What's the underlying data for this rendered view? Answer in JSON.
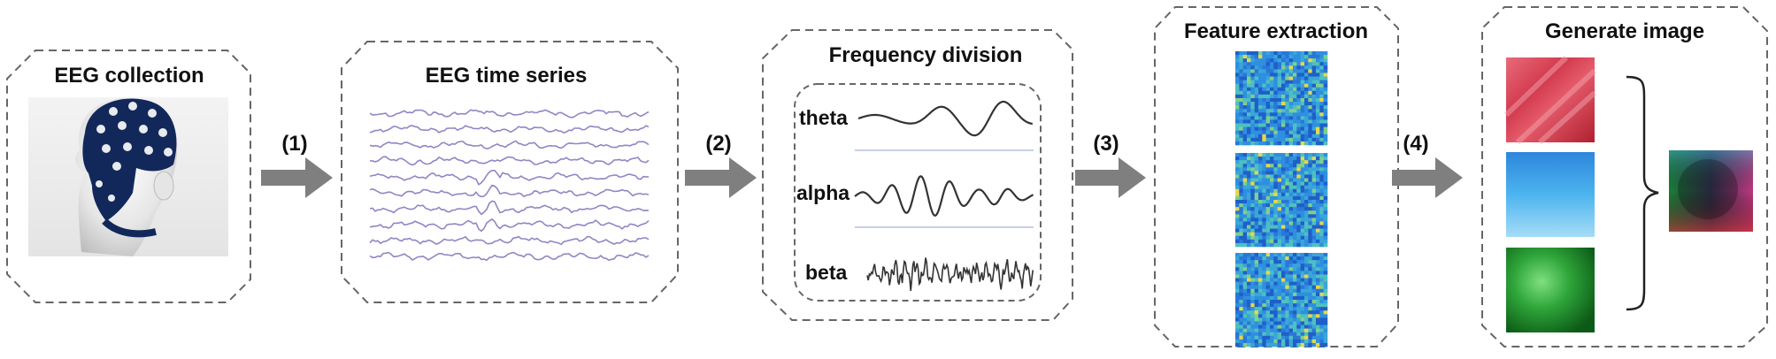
{
  "panels": {
    "collection": {
      "title": "EEG collection"
    },
    "time_series": {
      "title": "EEG time series"
    },
    "frequency": {
      "title": "Frequency division",
      "bands": [
        "theta",
        "alpha",
        "beta"
      ]
    },
    "features": {
      "title": "Feature extraction"
    },
    "generate": {
      "title": "Generate image"
    }
  },
  "steps": [
    "(1)",
    "(2)",
    "(3)",
    "(4)"
  ],
  "colors": {
    "box_border": "#666666",
    "arrow": "#7f7f7f",
    "eeg_trace": "#8d88c4",
    "wave": "#333333",
    "heatmap_base": "#1f6fd0",
    "red_image": "#d8404e",
    "blue_image": "#2f9be0",
    "green_image": "#2fa43a"
  },
  "icons": [
    "eeg-cap-photo",
    "right-arrow-icon",
    "heatmap",
    "rgb-image",
    "curly-brace"
  ]
}
